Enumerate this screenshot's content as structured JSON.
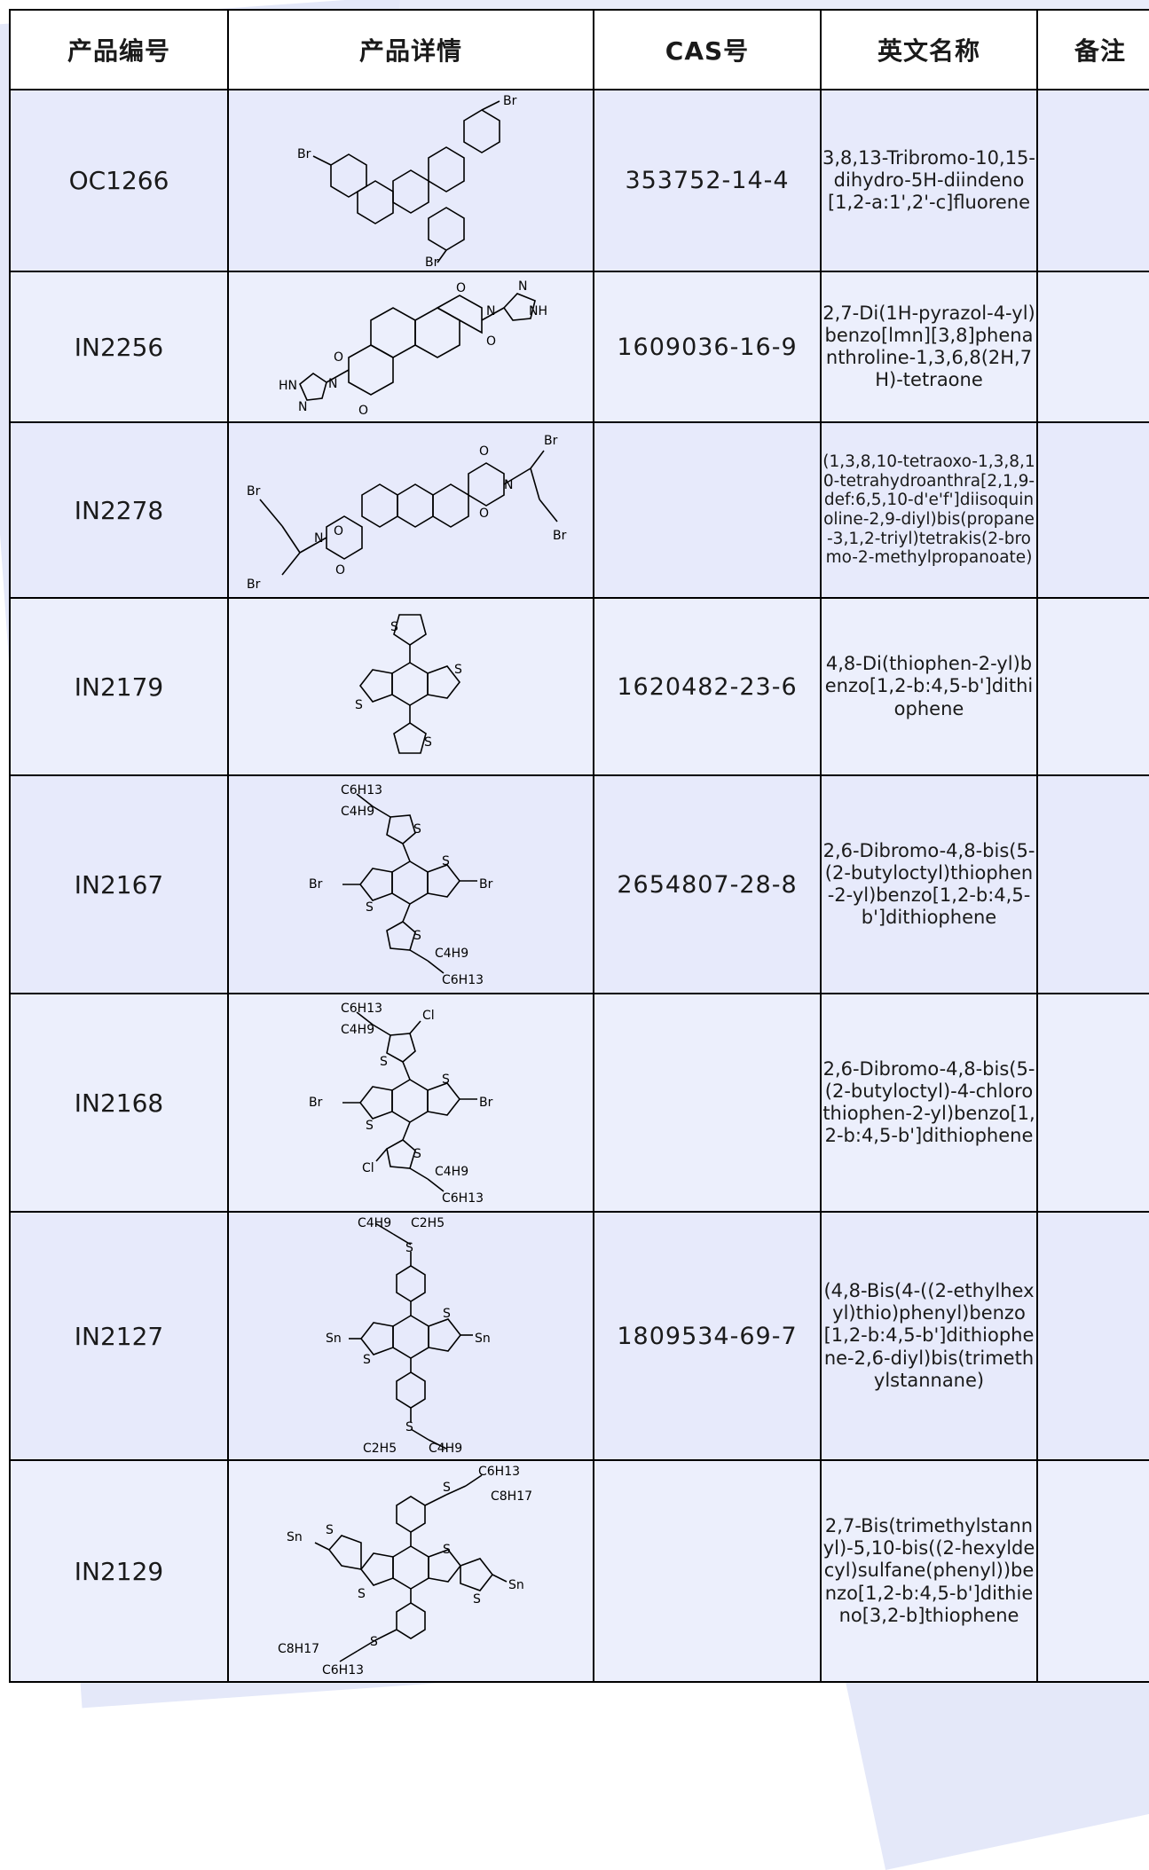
{
  "headers": [
    "产品编号",
    "产品详情",
    "CAS号",
    "英文名称",
    "备注"
  ],
  "rows": [
    {
      "code": "OC1266",
      "structure_icon": "tribromo-truxene-structure",
      "structure_labels": [
        "Br",
        "Br",
        "Br"
      ],
      "cas": "353752-14-4",
      "name": "3,8,13-Tribromo-10,15-dihydro-5H-diindeno[1,2-a:1',2'-c]fluorene",
      "note": ""
    },
    {
      "code": "IN2256",
      "structure_icon": "naphthalene-diimide-pyrazole-structure",
      "structure_labels": [
        "O",
        "O",
        "O",
        "O",
        "N",
        "N",
        "N",
        "NH",
        "HN",
        "N"
      ],
      "cas": "1609036-16-9",
      "name": "2,7-Di(1H-pyrazol-4-yl)benzo[lmn][3,8]phenanthroline-1,3,6,8(2H,7H)-tetraone",
      "note": ""
    },
    {
      "code": "IN2278",
      "structure_icon": "perylene-diimide-bromoester-structure",
      "structure_labels": [
        "Br",
        "Br",
        "Br",
        "Br",
        "O",
        "O",
        "N",
        "N",
        "O",
        "O"
      ],
      "cas": "",
      "name": "(1,3,8,10-tetraoxo-1,3,8,10-tetrahydroanthra[2,1,9-def:6,5,10-d'e'f']diisoquinoline-2,9-diyl)bis(propane-3,1,2-triyl)tetrakis(2-bromo-2-methylpropanoate)",
      "note": ""
    },
    {
      "code": "IN2179",
      "structure_icon": "bdt-dithiophene-structure",
      "structure_labels": [
        "S",
        "S",
        "S",
        "S"
      ],
      "cas": "1620482-23-6",
      "name": "4,8-Di(thiophen-2-yl)benzo[1,2-b:4,5-b']dithiophene",
      "note": ""
    },
    {
      "code": "IN2167",
      "structure_icon": "dibromo-bdt-butyloctyl-thiophene-structure",
      "structure_labels": [
        "C6H13",
        "C4H9",
        "S",
        "S",
        "Br",
        "Br",
        "S",
        "S",
        "C4H9",
        "C6H13"
      ],
      "cas": "2654807-28-8",
      "name": "2,6-Dibromo-4,8-bis(5-(2-butyloctyl)thiophen-2-yl)benzo[1,2-b:4,5-b']dithiophene",
      "note": ""
    },
    {
      "code": "IN2168",
      "structure_icon": "dibromo-bdt-chlorothiophene-structure",
      "structure_labels": [
        "C6H13",
        "C4H9",
        "Cl",
        "S",
        "S",
        "Br",
        "Br",
        "S",
        "S",
        "Cl",
        "C4H9",
        "C6H13"
      ],
      "cas": "",
      "name": "2,6-Dibromo-4,8-bis(5-(2-butyloctyl)-4-chlorothiophen-2-yl)benzo[1,2-b:4,5-b']dithiophene",
      "note": ""
    },
    {
      "code": "IN2127",
      "structure_icon": "bdt-thiophenyl-stannane-structure",
      "structure_labels": [
        "C4H9",
        "C2H5",
        "S",
        "Sn",
        "Sn",
        "S",
        "S",
        "S",
        "C2H5",
        "C4H9"
      ],
      "cas": "1809534-69-7",
      "name": "(4,8-Bis(4-((2-ethylhexyl)thio)phenyl)benzo[1,2-b:4,5-b']dithiophene-2,6-diyl)bis(trimethylstannane)",
      "note": ""
    },
    {
      "code": "IN2129",
      "structure_icon": "dithieno-bdt-hexyldecyl-stannane-structure",
      "structure_labels": [
        "C6H13",
        "C8H17",
        "S",
        "Sn",
        "S",
        "S",
        "S",
        "S",
        "Sn",
        "C8H17",
        "S",
        "C6H13"
      ],
      "cas": "",
      "name": "2,7-Bis(trimethylstannyl)-5,10-bis((2-hexyldecyl)sulfane(phenyl))benzo[1,2-b:4,5-b']dithieno[3,2-b]thiophene",
      "note": ""
    }
  ]
}
